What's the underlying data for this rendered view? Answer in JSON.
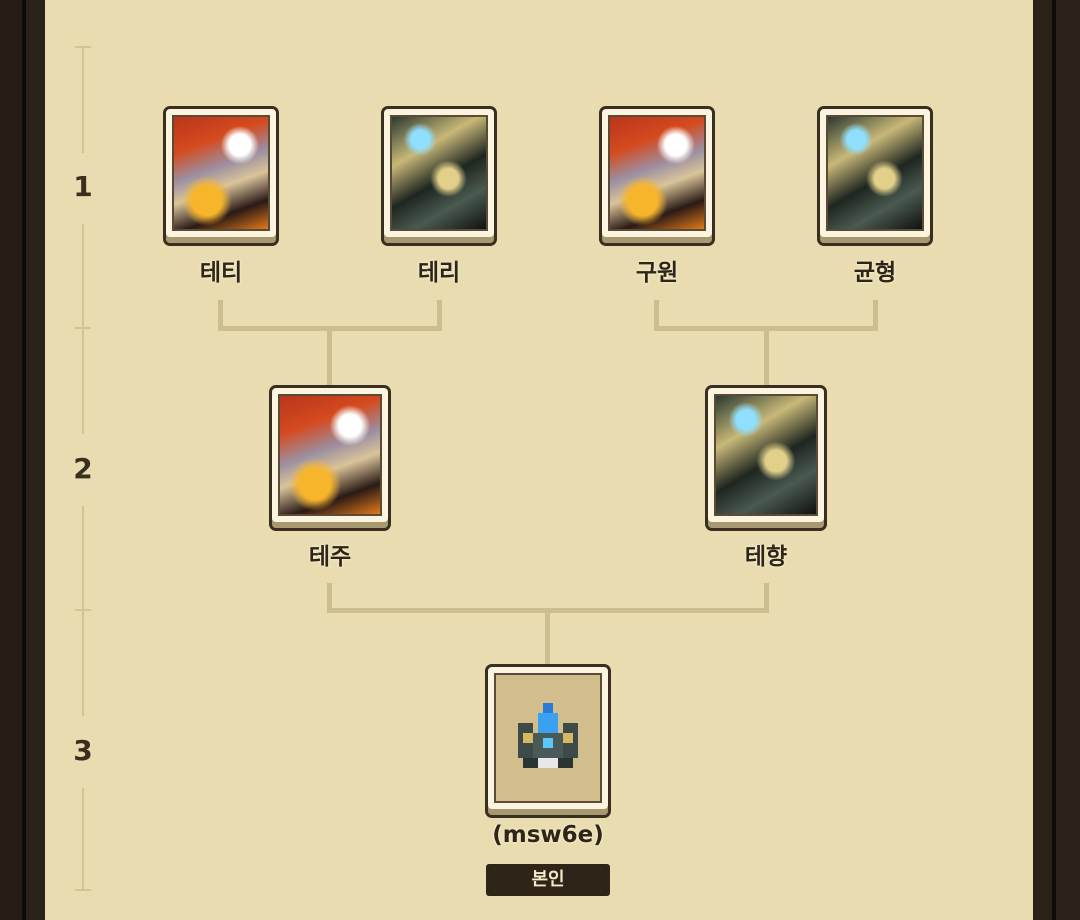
{
  "generations": [
    "1",
    "2",
    "3"
  ],
  "gen1": [
    {
      "name": "테티",
      "portrait": "fire"
    },
    {
      "name": "테리",
      "portrait": "dark"
    },
    {
      "name": "구원",
      "portrait": "fire"
    },
    {
      "name": "균형",
      "portrait": "dark"
    }
  ],
  "gen2": [
    {
      "name": "테주",
      "portrait": "fire"
    },
    {
      "name": "테향",
      "portrait": "dark"
    }
  ],
  "self": {
    "name": "(msw6e)",
    "badge": "본인",
    "portrait": "ship-icon"
  }
}
